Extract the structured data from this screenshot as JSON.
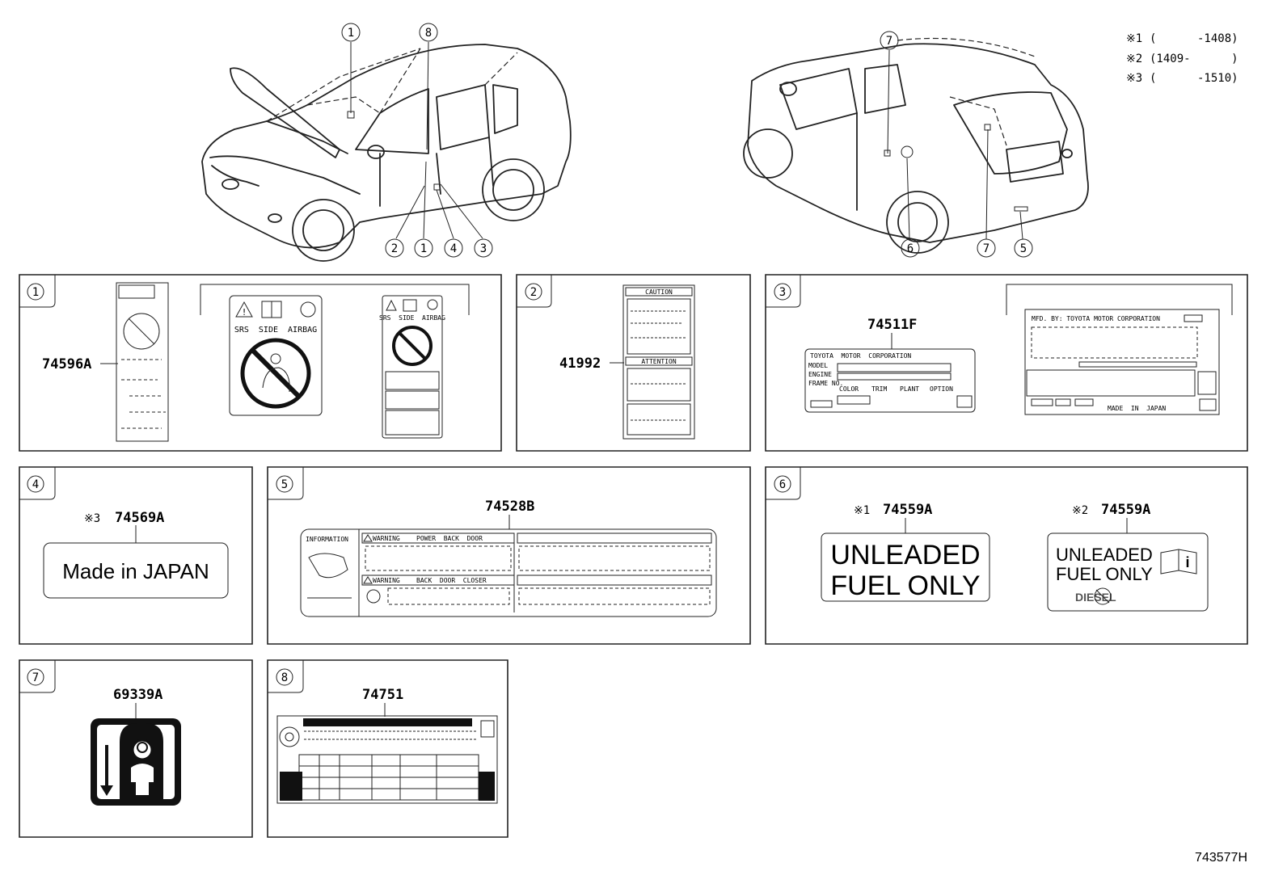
{
  "notes": [
    {
      "mark": "※1",
      "range": "(      -1408)"
    },
    {
      "mark": "※2",
      "range": "(1409-      )"
    },
    {
      "mark": "※3",
      "range": "(      -1510)"
    }
  ],
  "front_callouts": [
    "1",
    "8",
    "2",
    "1",
    "4",
    "3"
  ],
  "rear_callouts": [
    "7",
    "6",
    "7",
    "5"
  ],
  "panels": {
    "p1": {
      "num": "1",
      "part": "74596A",
      "label_text": "SRS  SIDE  AIRBAG",
      "small_label_text": "SRS  SIDE  AIRBAG"
    },
    "p2": {
      "num": "2",
      "part": "41992",
      "caution": "CAUTION",
      "attention": "ATTENTION"
    },
    "p3": {
      "num": "3",
      "part": "74511F",
      "corp": "TOYOTA  MOTOR  CORPORATION",
      "mfd": "MFD. BY: TOYOTA MOTOR CORPORATION",
      "made": "MADE  IN  JAPAN",
      "fields": [
        "MODEL",
        "ENGINE",
        "FRAME NO."
      ],
      "bottom_fields": [
        "COLOR",
        "TRIM",
        "PLANT",
        "OPTION"
      ]
    },
    "p4": {
      "num": "4",
      "note": "※3",
      "part": "74569A",
      "label": "Made in JAPAN"
    },
    "p5": {
      "num": "5",
      "part": "74528B",
      "info": "INFORMATION",
      "warn1": "WARNING",
      "warn1_text": "POWER  BACK  DOOR",
      "warn2": "WARNING",
      "warn2_text": "BACK  DOOR  CLOSER"
    },
    "p6": {
      "num": "6",
      "a_note": "※1",
      "a_part": "74559A",
      "a_line1": "UNLEADED",
      "a_line2": "FUEL ONLY",
      "b_note": "※2",
      "b_part": "74559A",
      "b_line1": "UNLEADED",
      "b_line2": "FUEL ONLY",
      "b_line3": "DIESEL"
    },
    "p7": {
      "num": "7",
      "part": "69339A"
    },
    "p8": {
      "num": "8",
      "part": "74751"
    }
  },
  "figure_id": "743577H"
}
